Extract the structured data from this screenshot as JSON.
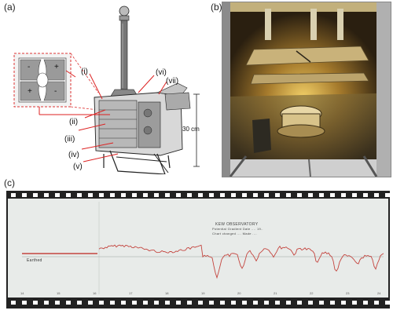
{
  "panels": {
    "a": {
      "label": "(a)"
    },
    "b": {
      "label": "(b)"
    },
    "c": {
      "label": "(c)"
    }
  },
  "drawing": {
    "callouts": [
      "(i)",
      "(ii)",
      "(iii)",
      "(iv)",
      "(v)",
      "(vi)",
      "(vii)"
    ],
    "inset_signs": [
      "-",
      "+",
      "+",
      "-"
    ],
    "scale_label": "30 cm"
  },
  "chart_record": {
    "header_lines": [
      "KEW OBSERVATORY",
      "Potential Gradient  Date  ....  19..",
      "Chart changed ....  Made ...."
    ],
    "trace_label": "Earthed",
    "hour_marks": [
      "14",
      "15",
      "16",
      "17",
      "18",
      "19",
      "20",
      "21",
      "22",
      "23",
      "24"
    ],
    "colors": {
      "paper": "#e8ebe9",
      "trace": "#c4453f",
      "border": "#222222"
    }
  }
}
